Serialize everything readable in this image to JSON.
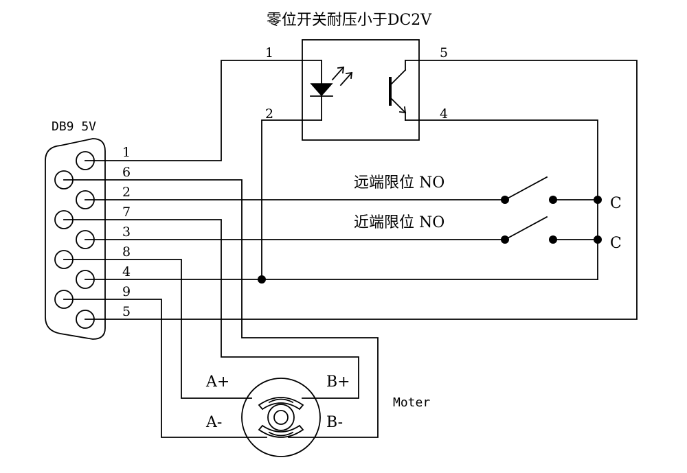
{
  "title": "零位开关耐压小于DC2V",
  "connector": {
    "label": "DB9 5V"
  },
  "pin_labels": {
    "p1": "1",
    "p6": "6",
    "p2": "2",
    "p7": "7",
    "p3": "3",
    "p8": "8",
    "p4": "4",
    "p9": "9",
    "p5": "5"
  },
  "opto_pins": {
    "o1": "1",
    "o2": "2",
    "o5": "5",
    "o4": "4"
  },
  "switches": {
    "far": {
      "label": "远端限位 NO",
      "common": "C"
    },
    "near": {
      "label": "近端限位 NO",
      "common": "C"
    }
  },
  "motor": {
    "label": "Moter",
    "a_plus": "A+",
    "a_minus": "A-",
    "b_plus": "B+",
    "b_minus": "B-"
  }
}
